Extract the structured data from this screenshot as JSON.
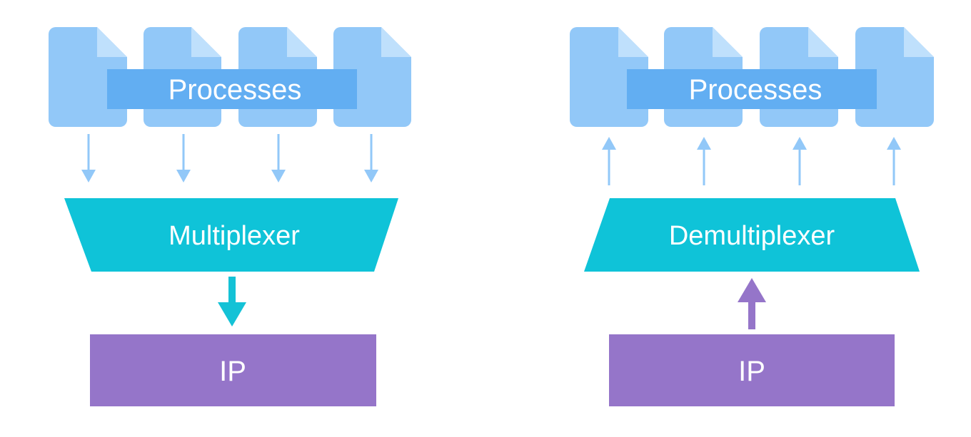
{
  "colors": {
    "process_doc": "#92c8f8",
    "process_doc_fold": "#bfe0fc",
    "process_band": "#62aef2",
    "arrow_light": "#92c8f8",
    "mux": "#0fc3d8",
    "mux_arrow": "#14c2d6",
    "ip": "#9575c9",
    "ip_arrow": "#9575c9",
    "text": "#ffffff"
  },
  "left": {
    "processes_label": "Processes",
    "mux_label": "Multiplexer",
    "ip_label": "IP"
  },
  "right": {
    "processes_label": "Processes",
    "demux_label": "Demultiplexer",
    "ip_label": "IP"
  }
}
